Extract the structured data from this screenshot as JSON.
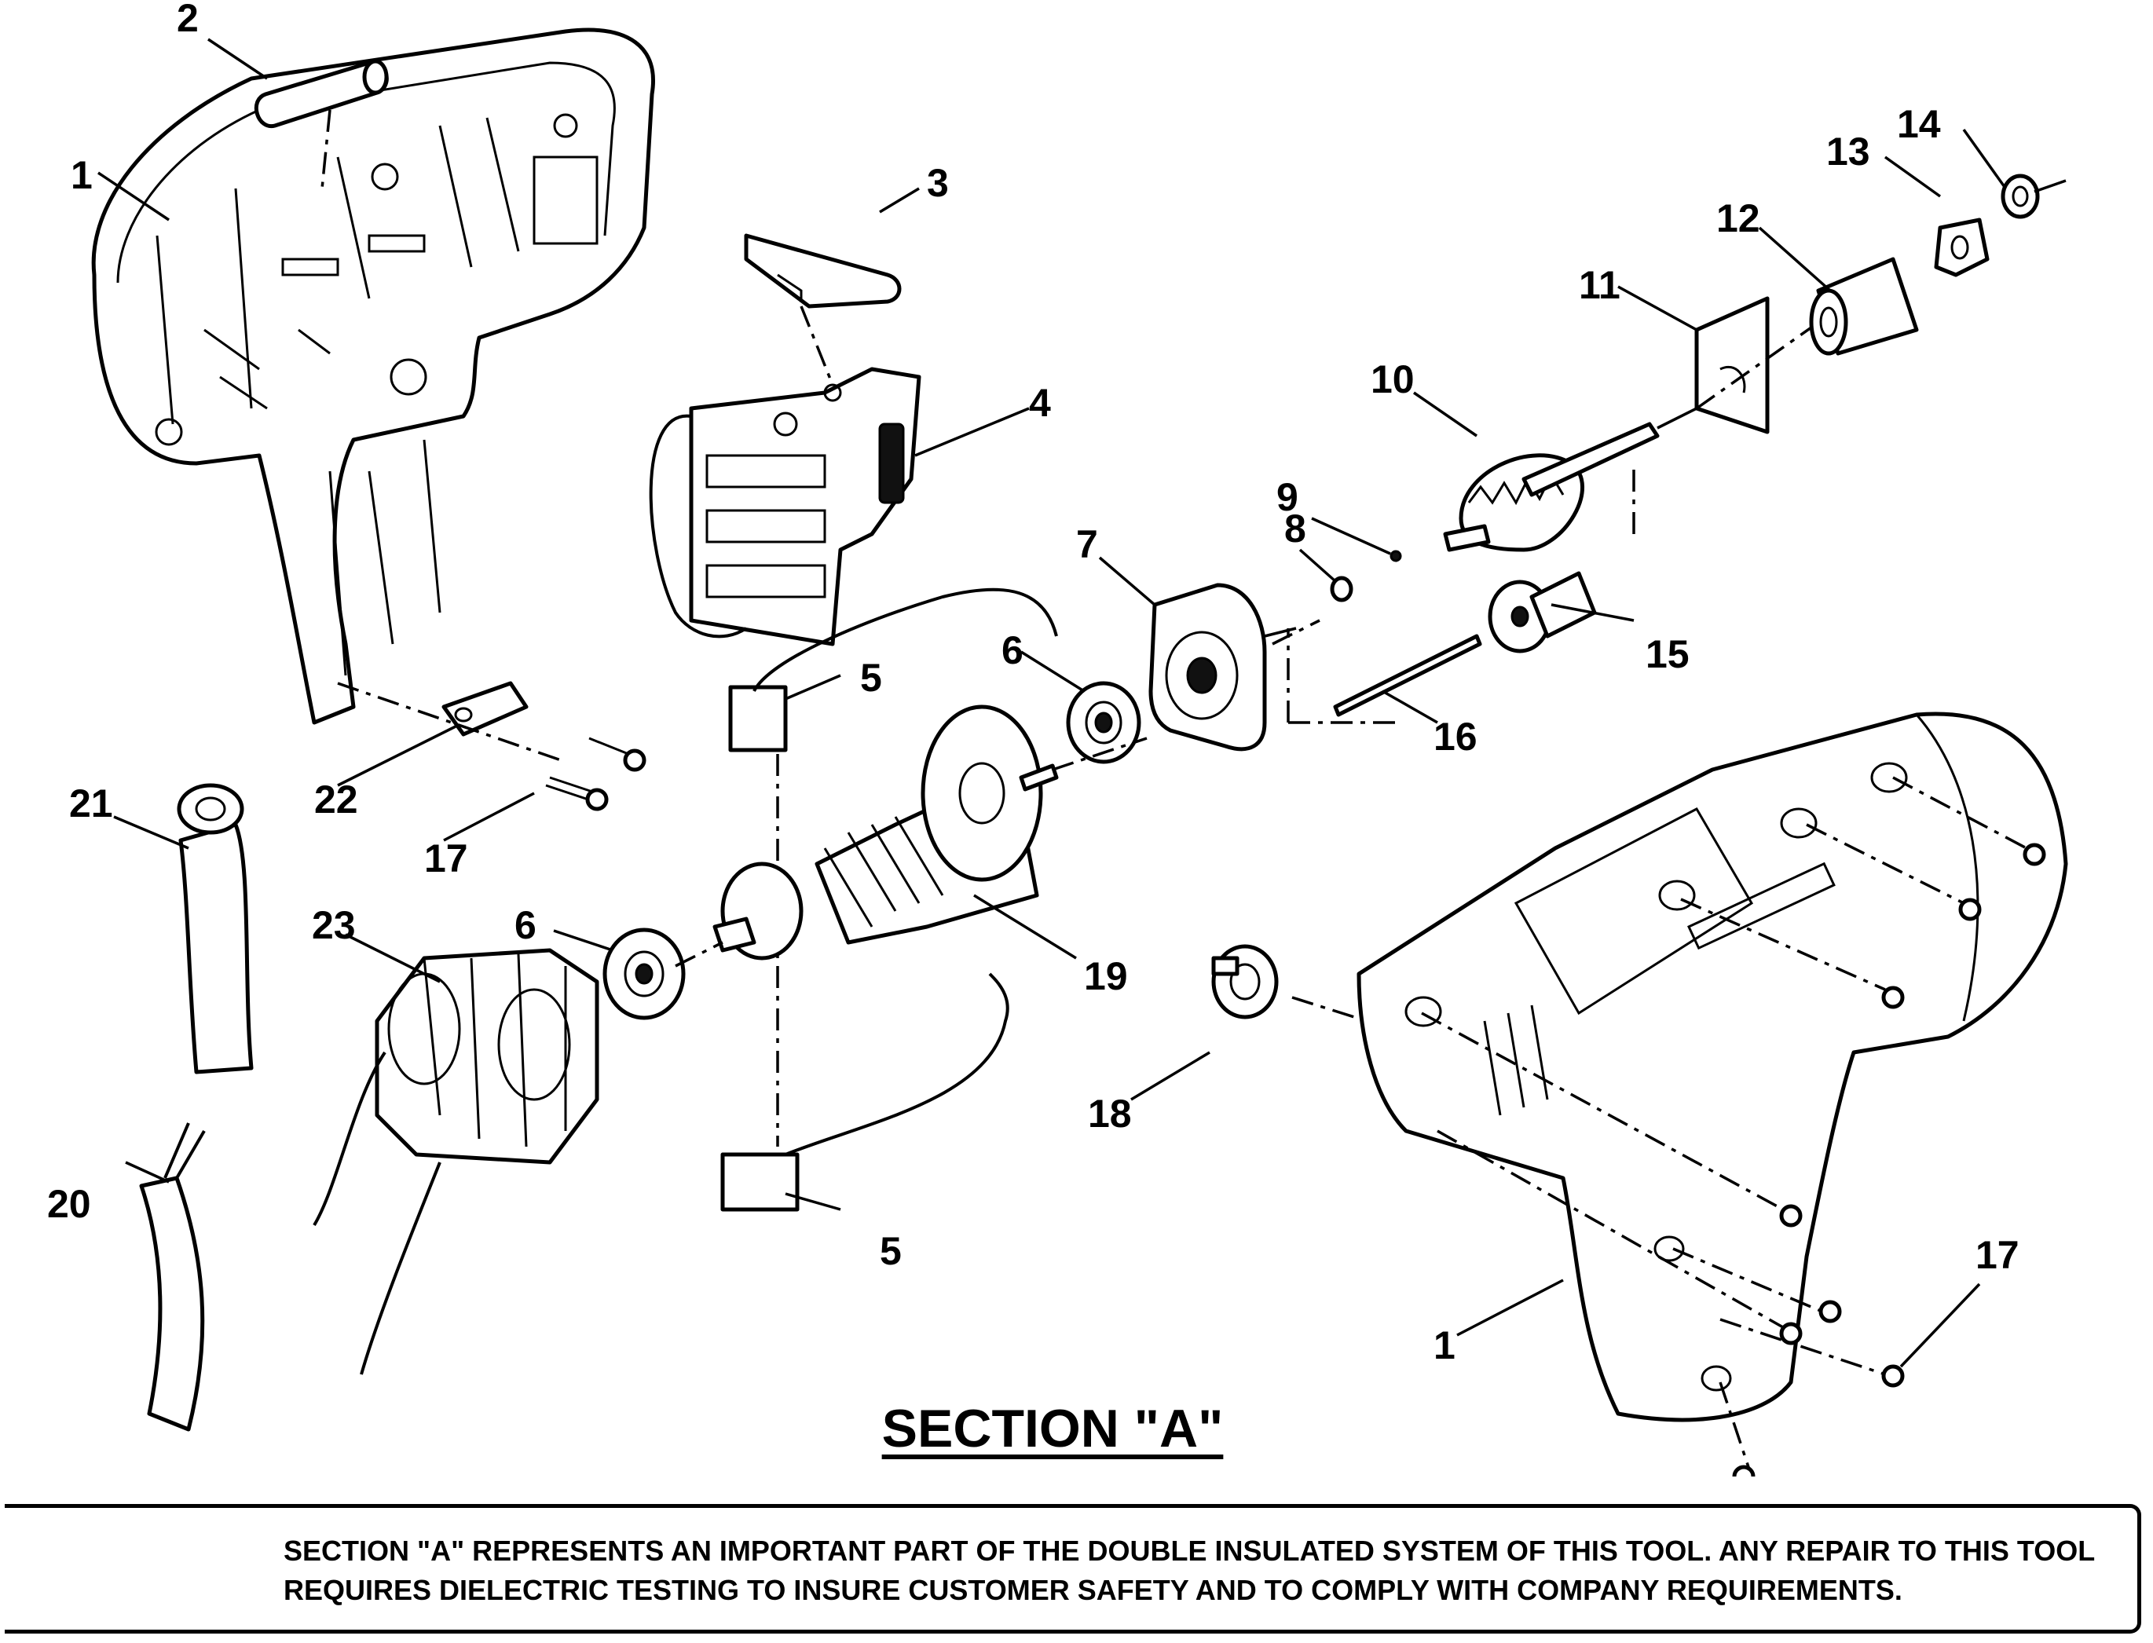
{
  "labels": {
    "l1a": "1",
    "l2": "2",
    "l3": "3",
    "l4": "4",
    "l5a": "5",
    "l5b": "5",
    "l6a": "6",
    "l6b": "6",
    "l7": "7",
    "l8": "8",
    "l9": "9",
    "l10": "10",
    "l11": "11",
    "l12": "12",
    "l13": "13",
    "l14": "14",
    "l15": "15",
    "l16": "16",
    "l17a": "17",
    "l17b": "17",
    "l18": "18",
    "l19": "19",
    "l20": "20",
    "l21": "21",
    "l22": "22",
    "l23": "23",
    "l1b": "1"
  },
  "section_title": "SECTION \"A\"",
  "notice": {
    "line1": "SECTION \"A\" REPRESENTS AN IMPORTANT PART OF THE DOUBLE INSULATED SYSTEM OF THIS TOOL.  ANY REPAIR TO THIS TOOL",
    "line2": "REQUIRES DIELECTRIC TESTING TO INSURE CUSTOMER SAFETY AND TO COMPLY WITH COMPANY REQUIREMENTS."
  }
}
